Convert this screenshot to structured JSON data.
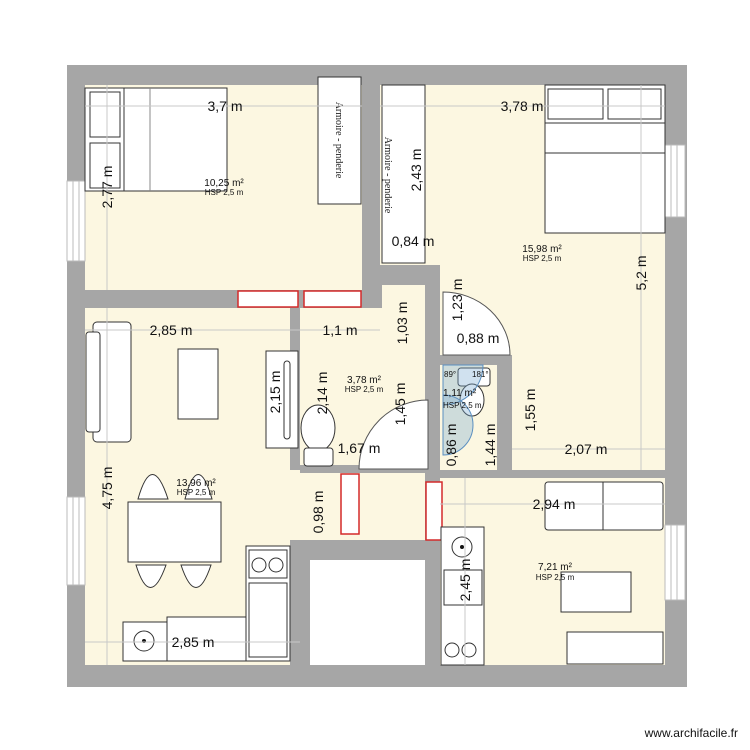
{
  "rooms": {
    "bedroom1": {
      "area": "10,25 m²",
      "hsp": "HSP 2,5 m"
    },
    "bedroom2": {
      "area": "15,98 m²",
      "hsp": "HSP 2,5 m"
    },
    "bathroom": {
      "area": "3,78 m²",
      "hsp": "HSP 2,5 m"
    },
    "wc": {
      "area": "1,11 m²",
      "hsp": "HSP 2,5 m"
    },
    "living": {
      "area": "13,96 m²",
      "hsp": "HSP 2,5 m"
    },
    "studio": {
      "area": "7,21 m²",
      "hsp": "HSP 2,5 m"
    }
  },
  "furniture": {
    "wardrobe1": "Armoire - penderie",
    "wardrobe2": "Armoire - penderie"
  },
  "dimensions": {
    "b1_width": "3,7 m",
    "b1_height": "2,77 m",
    "b2_width": "3,78 m",
    "b2_wardrobe": "2,43 m",
    "b2_gap": "0,84 m",
    "b2_height": "5,2 m",
    "corridor": "1,03 m",
    "shower_h": "1,23 m",
    "shower_w": "0,88 m",
    "living_width": "2,85 m",
    "bath_width": "1,1 m",
    "bath_h1": "2,15 m",
    "bath_h2": "2,14 m",
    "bath_shower": "1,45 m",
    "bath_bottom": "1,67 m",
    "wc_h": "1,44 m",
    "wc_door": "0,86 m",
    "b2_lower": "1,55 m",
    "b2_lower_w": "2,07 m",
    "living_height": "4,75 m",
    "passage": "0,98 m",
    "kitchen_width": "2,85 m",
    "studio_width": "2,94 m",
    "studio_height": "2,45 m"
  },
  "angles": {
    "a1": "89°",
    "a2": "181°"
  },
  "watermark": "www.archifacile.fr",
  "colors": {
    "wall": "#a6a6a6",
    "floor": "#fcf7e1",
    "door": "#d42a2a"
  }
}
